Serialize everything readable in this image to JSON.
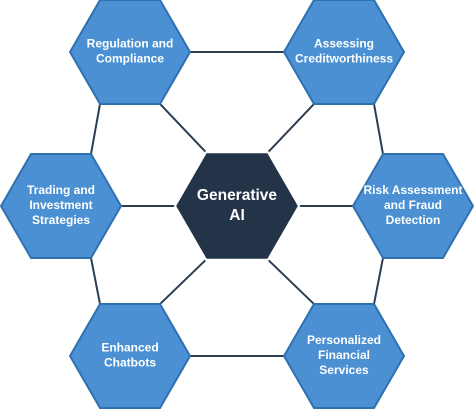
{
  "colors": {
    "node_fill": "#4a90d2",
    "node_stroke": "#2f71b0",
    "center_fill": "#233449",
    "center_stroke": "#ffffff",
    "edge": "#2c3e50",
    "text": "#ffffff"
  },
  "center": {
    "label_lines": [
      "Generative",
      "AI"
    ]
  },
  "nodes": [
    {
      "id": "regulation-compliance",
      "label_lines": [
        "Regulation and",
        "Compliance"
      ]
    },
    {
      "id": "assessing-creditworthiness",
      "label_lines": [
        "Assessing",
        "Creditworthiness"
      ]
    },
    {
      "id": "trading-investment-strategies",
      "label_lines": [
        "Trading and",
        "Investment",
        "Strategies"
      ]
    },
    {
      "id": "risk-assessment-fraud-detection",
      "label_lines": [
        "Risk Assessment",
        "and Fraud",
        "Detection"
      ]
    },
    {
      "id": "enhanced-chatbots",
      "label_lines": [
        "Enhanced",
        "Chatbots"
      ]
    },
    {
      "id": "personalized-financial-services",
      "label_lines": [
        "Personalized",
        "Financial",
        "Services"
      ]
    }
  ]
}
